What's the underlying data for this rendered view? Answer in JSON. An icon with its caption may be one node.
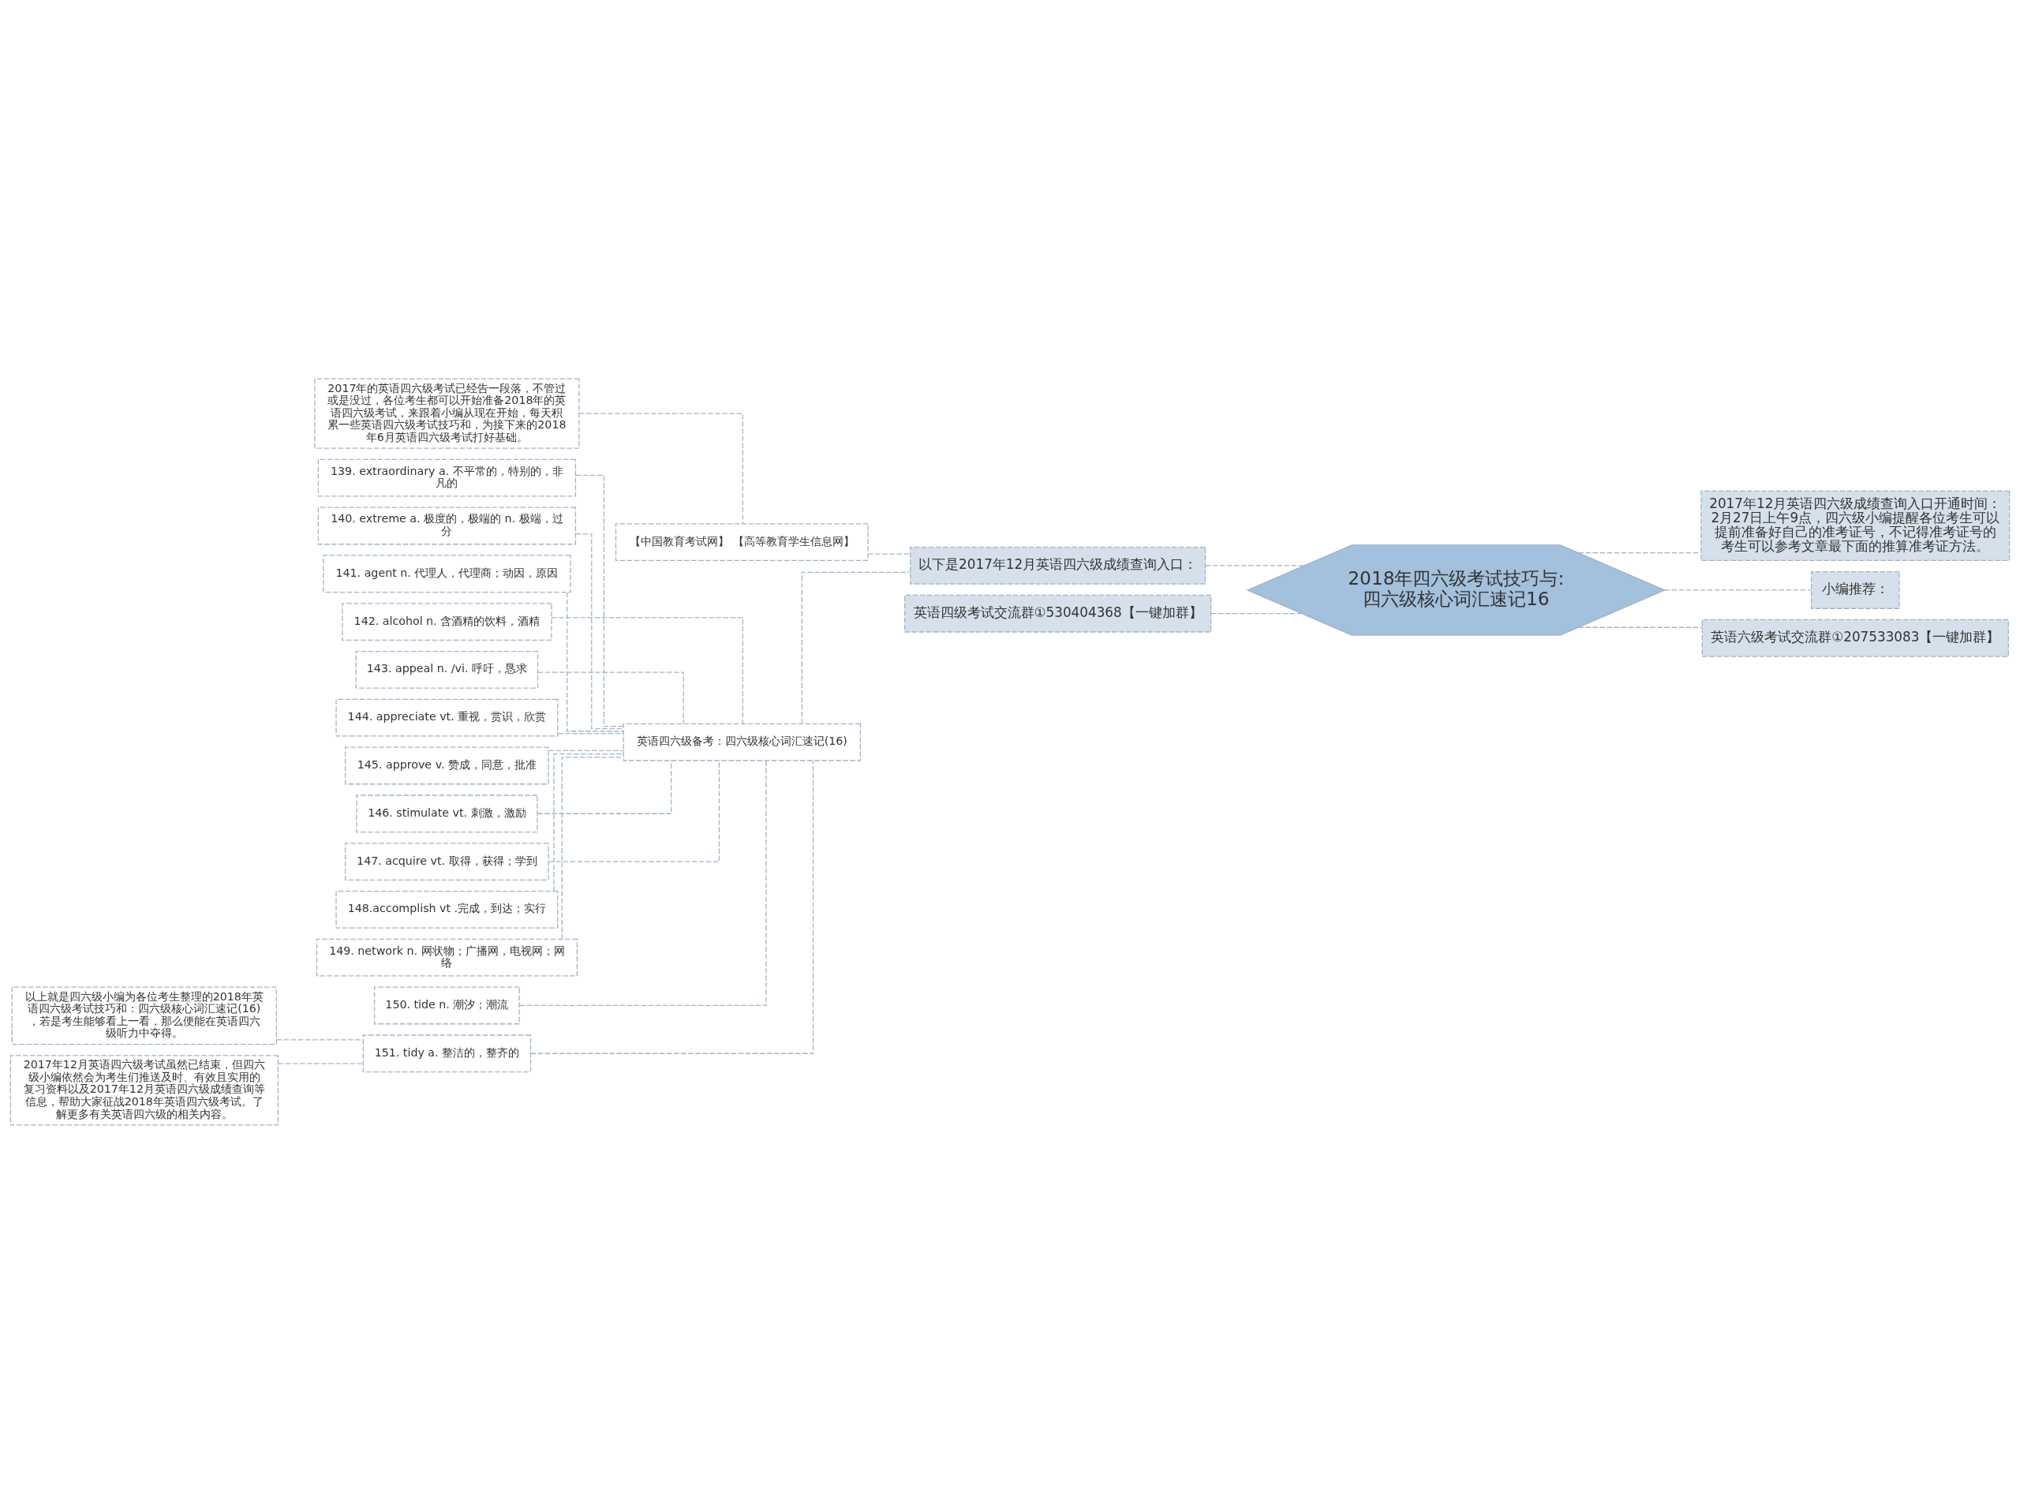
{
  "diagram": {
    "nodes": [
      {
        "text": [
          "2018年四六级考试技巧与:四六级核心词汇速记16"
        ]
      },
      {
        "text": [
          "2017年12月英语四六级成绩查询入口开通时间：2月27日上午9点，四六级小编提醒各位考生可以提前准备好自己的准考证号，不记得准考证号的考生可以参考文章最下面的推算准考证方法。"
        ]
      },
      {
        "text": [
          "小编推荐："
        ]
      },
      {
        "text": [
          "英语六级考试交流群①207533083【一键加群】"
        ]
      },
      {
        "text": [
          "以下是2017年12月英语四六级成绩查询入口："
        ]
      },
      {
        "text": [
          "【中国教育考试网】 【高等教育学生信息网】"
        ]
      },
      {
        "text": [
          "2017年的英语四六级考试已经告一段落，不管过或是没过，各位考生都可以开始准备2018年的英语四六级考试，来跟着小编从现在开始，每天积累一些英语四六级考试技巧和，为接下来的2018年6月英语四六级考试打好基础。"
        ]
      },
      {
        "text": [
          "英语四六级备考：四六级核心词汇速记(16)"
        ]
      },
      {
        "text": [
          "139. extraordinary a. 不平常的，特别的，非凡的"
        ]
      },
      {
        "text": [
          "140. extreme a. 极度的，极端的 n. 极端，过分"
        ]
      },
      {
        "text": [
          "141. agent n. 代理人，代理商；动因，原因"
        ]
      },
      {
        "text": [
          "142. alcohol n. 含酒精的饮料，酒精"
        ]
      },
      {
        "text": [
          "143. appeal n. /vi. 呼吁，恳求"
        ]
      },
      {
        "text": [
          "144. appreciate vt. 重视，赏识，欣赏"
        ]
      },
      {
        "text": [
          "145. approve v. 赞成，同意，批准"
        ]
      },
      {
        "text": [
          "146. stimulate vt. 刺激，激励"
        ]
      },
      {
        "text": [
          "147. acquire vt. 取得，获得；学到"
        ]
      },
      {
        "text": [
          "148.accomplish vt .完成，到达；实行"
        ]
      },
      {
        "text": [
          "149. network n. 网状物；广播网，电视网；网络"
        ]
      },
      {
        "text": [
          "150. tide n. 潮汐；潮流"
        ]
      },
      {
        "text": [
          "151. tidy a. 整洁的，整齐的"
        ]
      },
      {
        "text": [
          "以上就是四六级小编为各位考生整理的2018年英语四六级考试技巧和：四六级核心词汇速记(16)，若是考生能够看上一看，那么便能在英语四六级听力中夺得。"
        ]
      },
      {
        "text": [
          "2017年12月英语四六级考试虽然已结束，但四六级小编依然会为考生们推送及时、有效且实用的复习资料以及2017年12月英语四六级成绩查询等信息，帮助大家征战2018年英语四六级考试。了解更多有关英语四六级的相关内容。"
        ]
      },
      {
        "text": [
          "英语四级考试交流群①530404368【一键加群】"
        ]
      }
    ],
    "edges": [
      {
        "from": 0,
        "to": 1,
        "arrow": "none"
      },
      {
        "from": 0,
        "to": 2,
        "arrow": "none"
      },
      {
        "from": 0,
        "to": 3,
        "arrow": "none"
      },
      {
        "from": 0,
        "to": 4,
        "arrow": "none"
      },
      {
        "from": 4,
        "to": 5,
        "arrow": "none"
      },
      {
        "from": 5,
        "to": 6,
        "arrow": "none"
      },
      {
        "from": 4,
        "to": 7,
        "arrow": "none"
      },
      {
        "from": 7,
        "to": 8,
        "arrow": "none"
      },
      {
        "from": 7,
        "to": 9,
        "arrow": "none"
      },
      {
        "from": 7,
        "to": 10,
        "arrow": "none"
      },
      {
        "from": 7,
        "to": 11,
        "arrow": "none"
      },
      {
        "from": 7,
        "to": 12,
        "arrow": "none"
      },
      {
        "from": 7,
        "to": 13,
        "arrow": "none"
      },
      {
        "from": 7,
        "to": 14,
        "arrow": "none"
      },
      {
        "from": 7,
        "to": 15,
        "arrow": "none"
      },
      {
        "from": 7,
        "to": 16,
        "arrow": "none"
      },
      {
        "from": 7,
        "to": 17,
        "arrow": "none"
      },
      {
        "from": 7,
        "to": 18,
        "arrow": "none"
      },
      {
        "from": 7,
        "to": 19,
        "arrow": "none"
      },
      {
        "from": 7,
        "to": 20,
        "arrow": "none"
      },
      {
        "from": 20,
        "to": 21,
        "arrow": "none"
      },
      {
        "from": 20,
        "to": 22,
        "arrow": "none"
      },
      {
        "from": 0,
        "to": 23,
        "arrow": "none"
      }
    ]
  }
}
